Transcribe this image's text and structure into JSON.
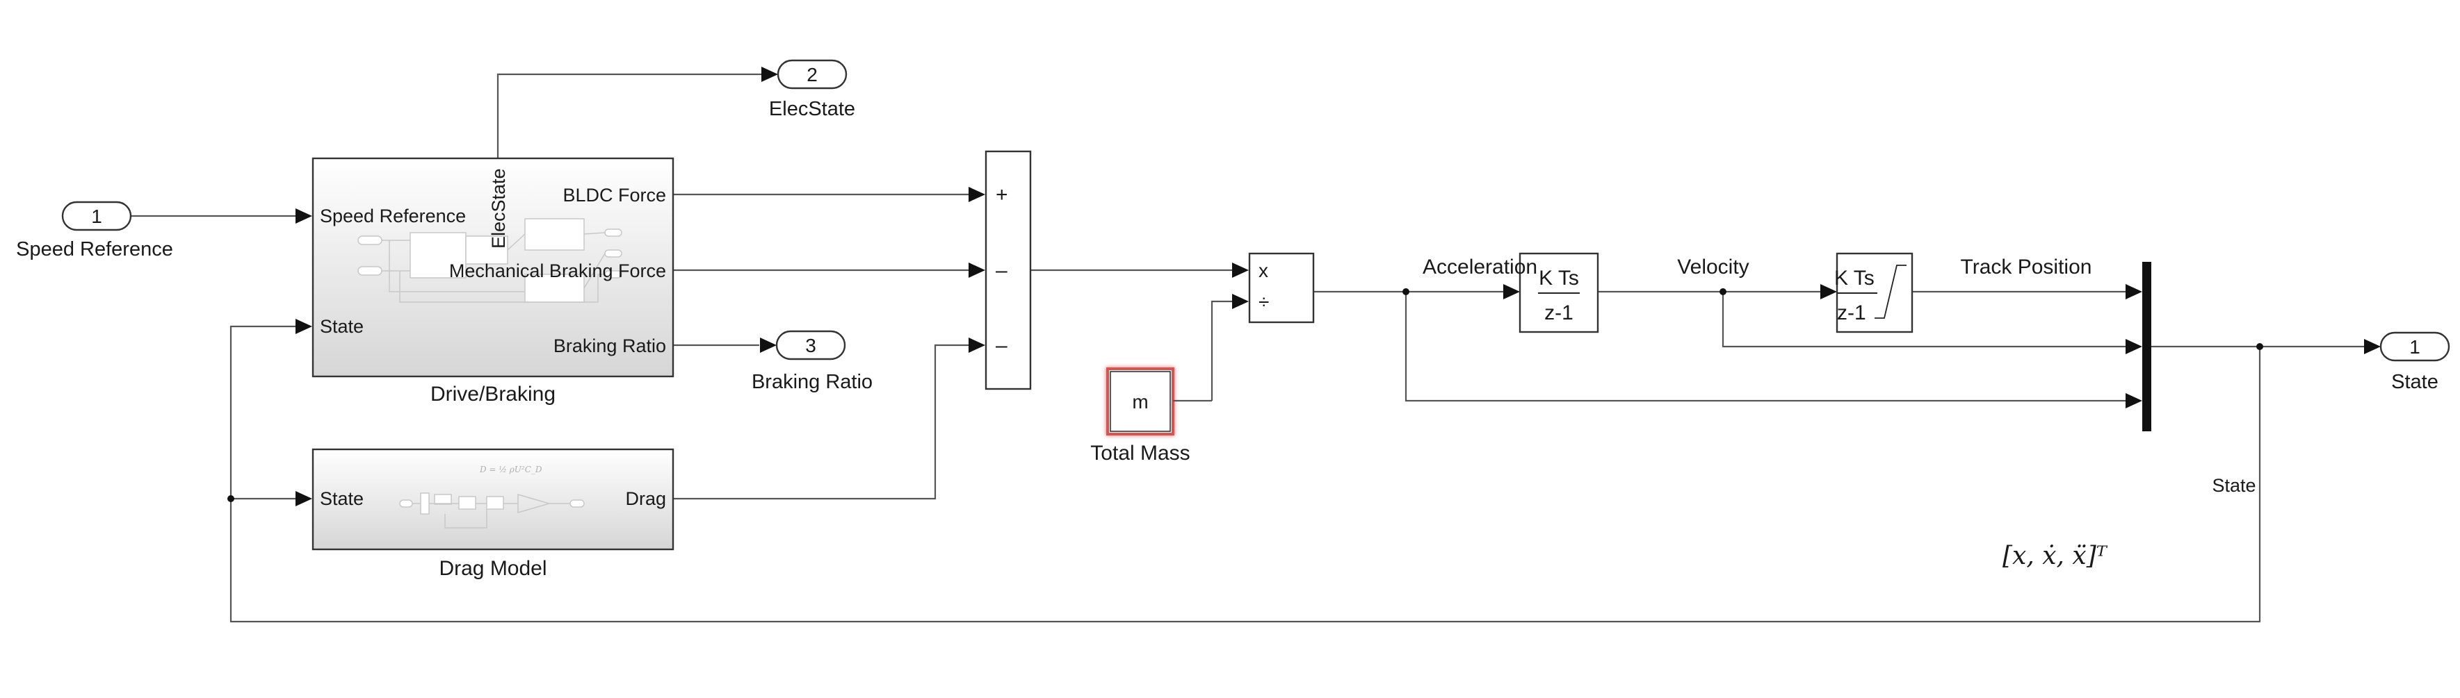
{
  "inports": [
    {
      "number": "1",
      "name": "Speed Reference"
    }
  ],
  "outports": [
    {
      "number": "2",
      "name": "ElecState"
    },
    {
      "number": "3",
      "name": "Braking Ratio"
    },
    {
      "number": "1",
      "name": "State"
    }
  ],
  "drive_braking": {
    "name": "Drive/Braking",
    "in_ports": [
      "Speed Reference",
      "State"
    ],
    "out_ports": [
      "BLDC Force",
      "Mechanical Braking Force",
      "Braking Ratio"
    ],
    "top_port": "ElecState"
  },
  "drag_model": {
    "name": "Drag Model",
    "in_port": "State",
    "out_port": "Drag"
  },
  "sum_block": {
    "signs": [
      "+",
      "–",
      "–"
    ]
  },
  "product_block": {
    "signs": [
      "x",
      "÷"
    ]
  },
  "total_mass": {
    "name": "Total Mass",
    "value": "m"
  },
  "integrator1": {
    "numerator": "K Ts",
    "denominator": "z-1"
  },
  "integrator2": {
    "numerator": "K Ts",
    "denominator": "z-1"
  },
  "signals": {
    "acceleration": "Acceleration",
    "velocity": "Velocity",
    "track_position": "Track Position",
    "state": "State"
  },
  "annotation": "[x, ẋ, ẍ]ᵀ",
  "colors": {
    "wire": "#555555",
    "block_border": "#333333",
    "mass_highlight": "#d9534f",
    "subsystem_gradient_top": "#ffffff",
    "subsystem_gradient_bottom": "#d6d6d6"
  }
}
